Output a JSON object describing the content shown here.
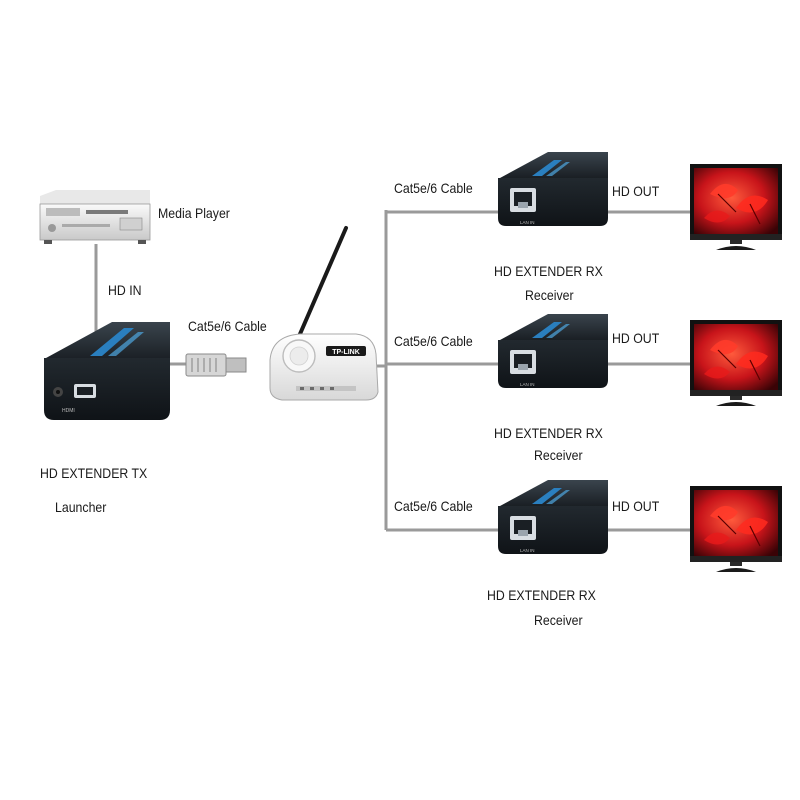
{
  "labels": {
    "media_player": "Media Player",
    "hd_in": "HD IN",
    "tx_title": "HD EXTENDER TX",
    "tx_sub": "Launcher",
    "cable_tx": "Cat5e/6 Cable",
    "rx": [
      {
        "cable": "Cat5e/6 Cable",
        "out": "HD OUT",
        "title": "HD EXTENDER RX",
        "sub": "Receiver"
      },
      {
        "cable": "Cat5e/6  Cable",
        "out": "HD OUT",
        "title": "HD EXTENDER RX",
        "sub": "Receiver"
      },
      {
        "cable": "Cat5e/6  Cable",
        "out": "HD OUT",
        "title": "HD EXTENDER RX",
        "sub": "Receiver"
      }
    ]
  },
  "device_text": {
    "router_brand": "TP-LINK",
    "tx_port": "HDMI",
    "rx_port": "LAN IN"
  },
  "colors": {
    "cable": "#9a9a9a",
    "device_body": "#1c2228",
    "device_accent": "#2a7fbf",
    "tv_red": "#c8141a",
    "router_body": "#f4f4f4"
  }
}
